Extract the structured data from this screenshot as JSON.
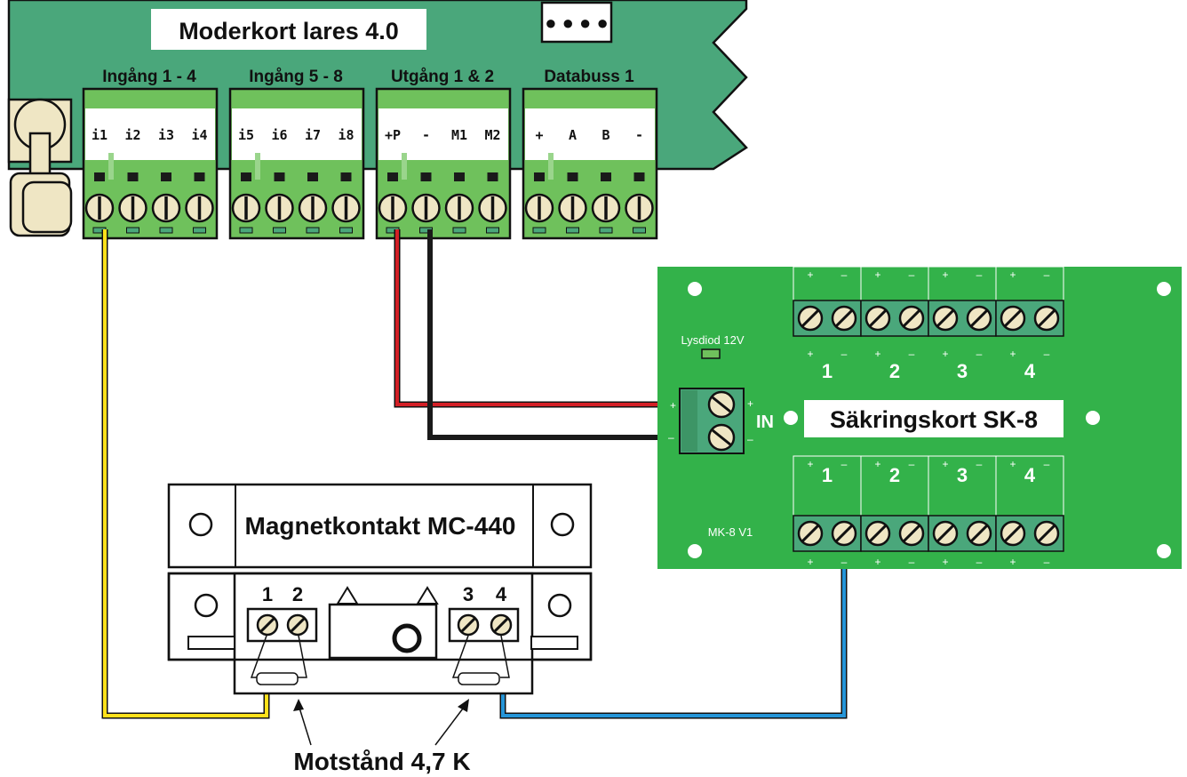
{
  "colors": {
    "board_green": "#4aa77b",
    "terminal_green": "#6fc15c",
    "sk_green": "#33b24a",
    "screw": "#efe6c4",
    "wire_yellow": "#ffe11a",
    "wire_red": "#d31f26",
    "wire_black": "#1a1a1a",
    "wire_blue": "#2595d8"
  },
  "mainboard": {
    "title": "Moderkort lares 4.0",
    "blocks": [
      {
        "header": "Ingång 1 - 4",
        "pins": [
          "i1",
          "i2",
          "i3",
          "i4"
        ]
      },
      {
        "header": "Ingång 5 - 8",
        "pins": [
          "i5",
          "i6",
          "i7",
          "i8"
        ]
      },
      {
        "header": "Utgång 1 & 2",
        "pins": [
          "+P",
          "-",
          "M1",
          "M2"
        ]
      },
      {
        "header": "Databuss 1",
        "pins": [
          "+",
          "A",
          "B",
          "-"
        ]
      }
    ],
    "connector_dots": "● ● ● ●"
  },
  "fuseboard": {
    "title": "Säkringskort SK-8",
    "in_label": "IN",
    "led_label": "Lysdiod 12V",
    "version_label": "MK-8 V1",
    "channels": [
      "1",
      "2",
      "3",
      "4"
    ],
    "plus": "+",
    "minus": "–"
  },
  "magnet": {
    "title": "Magnetkontakt MC-440",
    "terminals_left": [
      "1",
      "2"
    ],
    "terminals_right": [
      "3",
      "4"
    ]
  },
  "resistor_label": "Motstånd 4,7 K"
}
